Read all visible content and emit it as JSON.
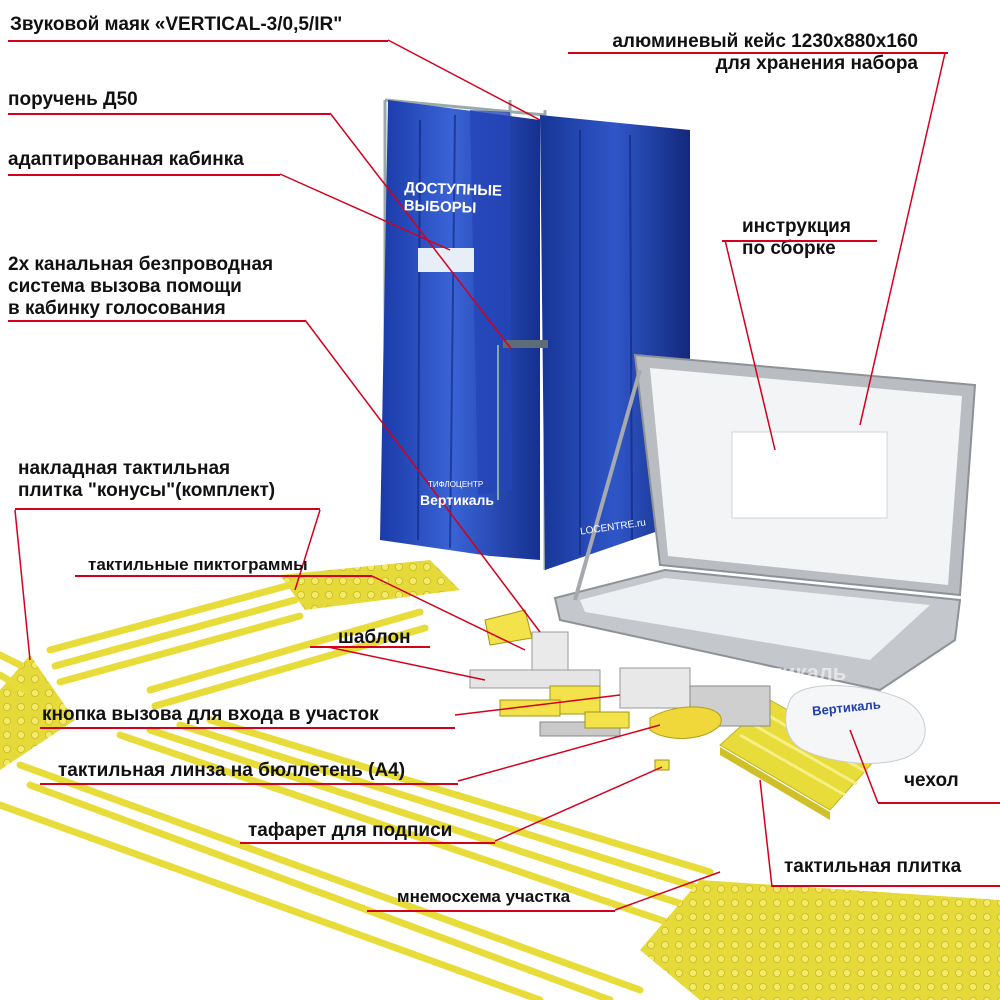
{
  "labels": {
    "beacon": "Звуковой маяк «VERTICAL-3/0,5/IR\"",
    "handrail": "поручень Д50",
    "cabin": "адаптированная кабинка",
    "call_system": [
      "2х канальная безпроводная",
      "система вызова помощи",
      "в кабинку голосования"
    ],
    "cones": [
      "накладная тактильная",
      "плитка \"конусы\"(комплект)"
    ],
    "pictograms": "тактильные пиктограммы",
    "template": "шаблон",
    "call_button": "кнопка вызова для входа в участок",
    "lens": "тактильная линза на бюллетень (А4)",
    "stencil": "тафарет для подписи",
    "mnemo": "мнемосхема участка",
    "case": [
      "алюминевый кейс 1230х880х160",
      "для хранения набора"
    ],
    "instruction": [
      "инструкция",
      "по сборке"
    ],
    "cover": "чехол",
    "tile": "тактильная плитка"
  },
  "product_prints": {
    "booth_banner": [
      "ДОСТУПНЫЕ",
      "ВЫБОРЫ"
    ],
    "booth_brand": "Вертикаль",
    "booth_brand_small": "ТИФЛОЦЕНТР",
    "booth_url": "LOCENTRE.ru",
    "bag_brand": "Вертикаль",
    "watermark": "Вертикаль"
  },
  "colors": {
    "label_text": "#111111",
    "leader_line": "#d4001c",
    "booth_blue": "#1f3fb0",
    "tile_yellow": "#e8dc3a",
    "case_grey": "#b9bcc0"
  }
}
